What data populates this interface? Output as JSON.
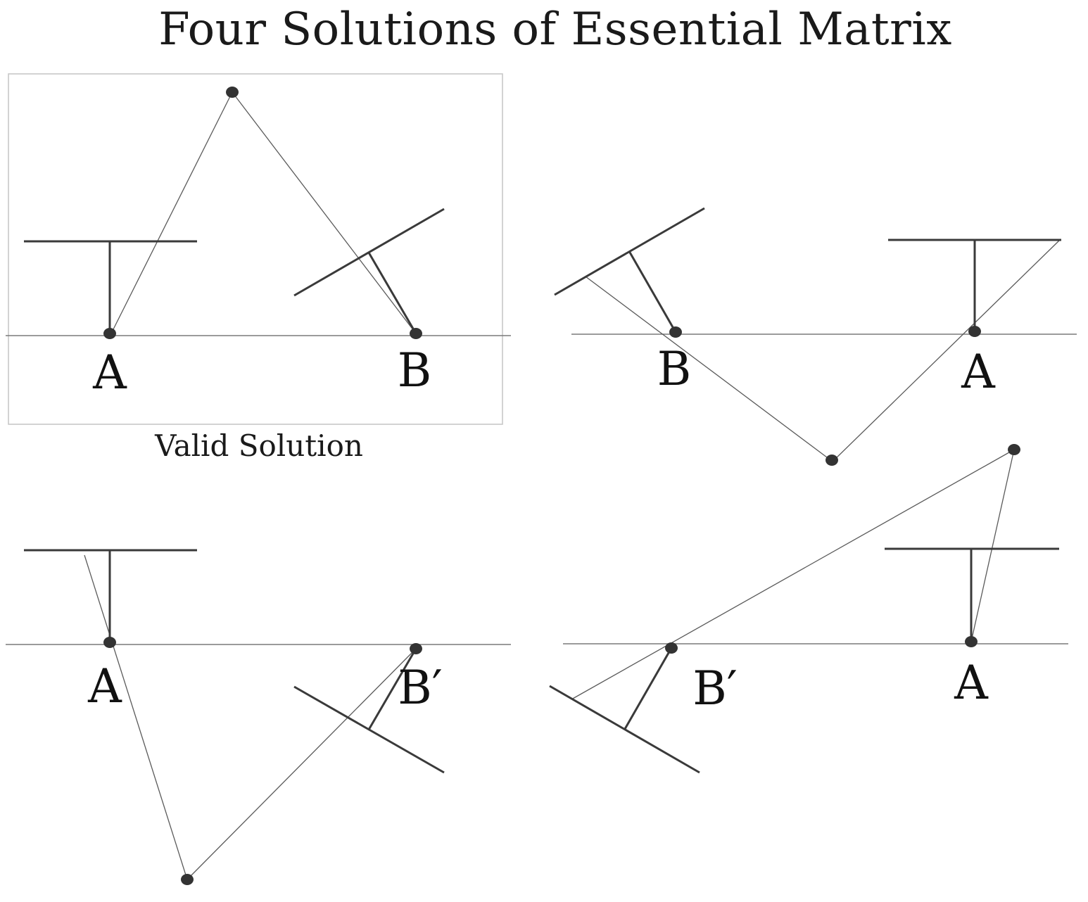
{
  "title": "Four Solutions of Essential Matrix",
  "caption": "Valid Solution",
  "panels": [
    {
      "id": "top-left",
      "labels": {
        "a": "A",
        "b": "B"
      },
      "valid": true
    },
    {
      "id": "top-right",
      "labels": {
        "a": "A",
        "b": "B"
      },
      "valid": false
    },
    {
      "id": "bottom-left",
      "labels": {
        "a": "A",
        "b": "B′"
      },
      "valid": false
    },
    {
      "id": "bottom-right",
      "labels": {
        "a": "A",
        "b": "B′"
      },
      "valid": false
    }
  ],
  "colors": {
    "camera": "#3a3a3a",
    "ray": "#5a5a5a",
    "baseline": "#7a7a7a",
    "frame": "#c8c8c8"
  }
}
